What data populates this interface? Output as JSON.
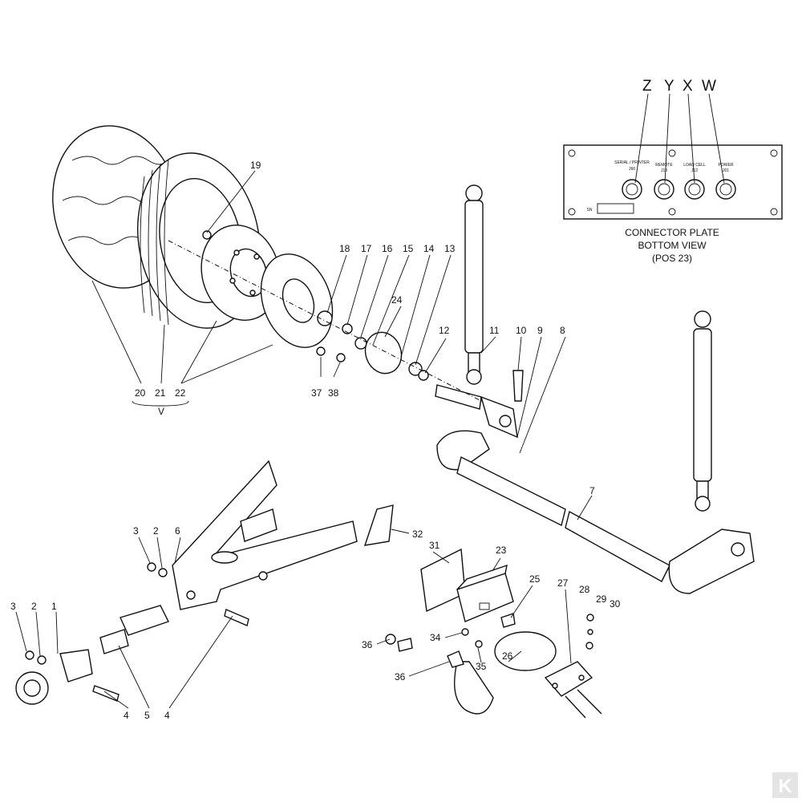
{
  "connector_plate": {
    "letters": [
      "Z",
      "Y",
      "X",
      "W"
    ],
    "ports": [
      {
        "label": "SERIAL / PRINTER",
        "code": "J60"
      },
      {
        "label": "REMOTE",
        "code": "J13"
      },
      {
        "label": "LOAD CELL",
        "code": "J12"
      },
      {
        "label": "POWER",
        "code": "J01"
      }
    ],
    "sn_label": "SN",
    "caption_line1": "CONNECTOR PLATE",
    "caption_line2": "BOTTOM VIEW",
    "caption_line3": "(POS 23)"
  },
  "callouts": {
    "c19": "19",
    "c18": "18",
    "c17": "17",
    "c16": "16",
    "c15": "15",
    "c14": "14",
    "c13": "13",
    "c24": "24",
    "c12": "12",
    "c11": "11",
    "c10": "10",
    "c9": "9",
    "c8": "8",
    "c20": "20",
    "c21": "21",
    "c22": "22",
    "c_v": "V",
    "c37": "37",
    "c38": "38",
    "c7": "7",
    "c32": "32",
    "c31": "31",
    "c23": "23",
    "c25": "25",
    "c27": "27",
    "c28": "28",
    "c29": "29",
    "c30": "30",
    "c34": "34",
    "c35": "35",
    "c36a": "36",
    "c36b": "36",
    "c26": "26",
    "c3a": "3",
    "c2a": "2",
    "c6": "6",
    "c3b": "3",
    "c2b": "2",
    "c1": "1",
    "c4a": "4",
    "c5": "5",
    "c4b": "4"
  },
  "logo_text": "K"
}
